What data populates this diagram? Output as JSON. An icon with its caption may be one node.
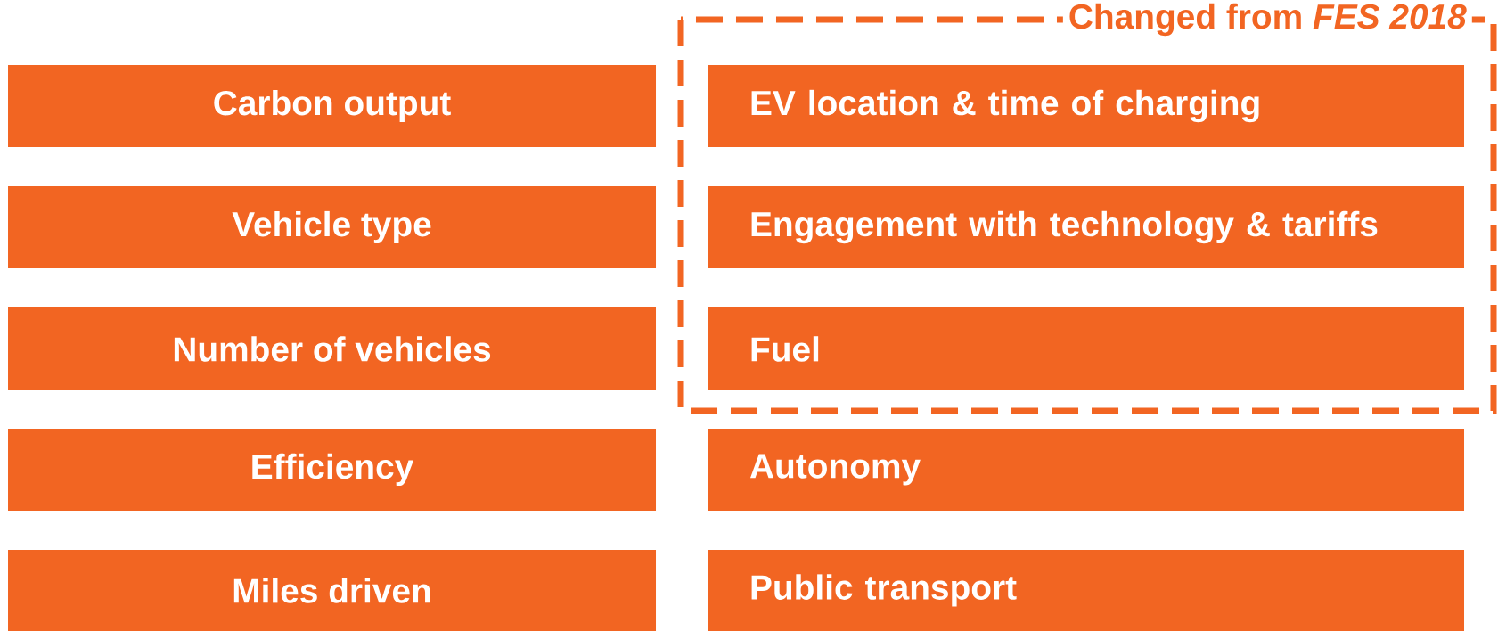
{
  "diagram": {
    "nodes": [
      {
        "text": [
          "Changed from *FES 2018*"
        ]
      },
      {
        "text": [
          "EV location & time of charging"
        ],
        "in": 0
      },
      {
        "text": [
          "Engagement with technology & tariffs"
        ],
        "in": 0
      },
      {
        "text": [
          "Fuel"
        ],
        "in": 0
      },
      {
        "text": [
          "Carbon output"
        ]
      },
      {
        "text": [
          "Vehicle type"
        ]
      },
      {
        "text": [
          "Number of vehicles"
        ]
      },
      {
        "text": [
          "Efficiency"
        ]
      },
      {
        "text": [
          "Miles driven"
        ]
      },
      {
        "text": [
          "Autonomy"
        ]
      },
      {
        "text": [
          "Public transport"
        ]
      }
    ]
  }
}
